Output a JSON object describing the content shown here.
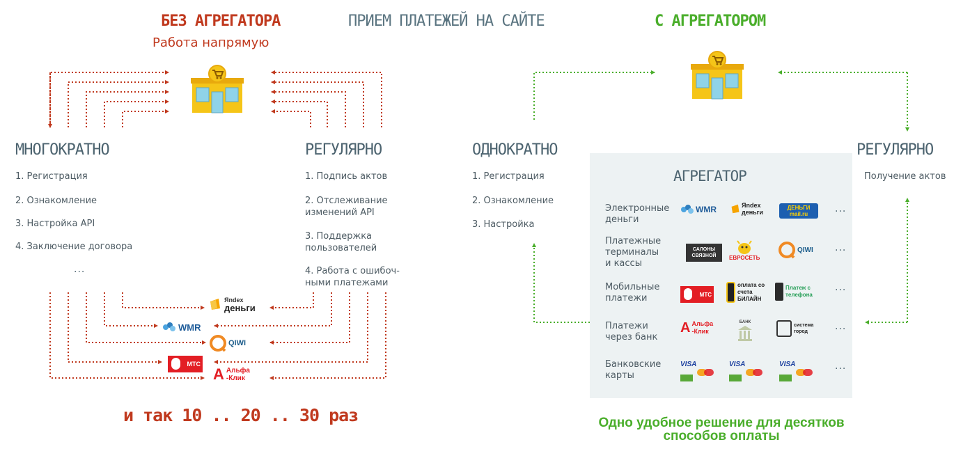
{
  "header": {
    "left_title": "БЕЗ АГРЕГАТОРА",
    "left_subtitle": "Работа напрямую",
    "center_title": "ПРИЕМ ПЛАТЕЖЕЙ НА  САЙТЕ",
    "right_title": "С АГРЕГАТОРОМ"
  },
  "left": {
    "many": {
      "title": "МНОГОКРАТНО",
      "items": [
        "1. Регистрация",
        "2. Ознакомление",
        "3. Настройка API",
        "4. Заключение договора"
      ],
      "ellipsis": "..."
    },
    "regular": {
      "title": "РЕГУЛЯРНО",
      "items": [
        "1. Подпись актов",
        "2. Отслеживание\nизменений API",
        "3. Поддержка\nпользователей",
        "4. Работа с ошибоч-\nными платежами"
      ]
    },
    "logos": {
      "yandex_small": "Яndex",
      "yandex_main": "деньги",
      "wmr": "WMR",
      "qiwi": "QIWI",
      "mts": "МТС",
      "alfa": "Альфа\n-Клик"
    },
    "tagline": "и так 10 .. 20 .. 30 раз"
  },
  "right": {
    "once": {
      "title": "ОДНОКРАТНО",
      "items": [
        "1. Регистрация",
        "2. Ознакомление",
        "3. Настройка"
      ]
    },
    "regular": {
      "title": "РЕГУЛЯРНО",
      "items": [
        "Получение актов"
      ]
    },
    "aggregator": {
      "title": "АГРЕГАТОР",
      "rows": [
        {
          "label": "Электронные\nденьги",
          "logos": [
            "WMR",
            "Яndex деньги",
            "ДЕНЬГИ mail.ru"
          ]
        },
        {
          "label": "Платежные\nтерминалы\nи кассы",
          "logos": [
            "САЛОНЫ СВЯЗНОЙ",
            "ЕВРОСЕТЬ",
            "QIWI"
          ]
        },
        {
          "label": "Мобильные\nплатежи",
          "logos": [
            "МТС",
            "оплата со счета БИЛАЙН",
            "Платеж с телефона"
          ]
        },
        {
          "label": "Платежи\nчерез банк",
          "logos": [
            "Альфа -Клик",
            "БАНК",
            "система город"
          ]
        },
        {
          "label": "Банковские\nкарты",
          "logos": [
            "VISA",
            "VISA",
            "VISA"
          ]
        }
      ],
      "ellipsis": "..."
    },
    "footer": "Одно удобное решение для десятков\nспособов оплаты"
  },
  "colors": {
    "red": "#c0391e",
    "green": "#4aae2b",
    "slate": "#4d6470",
    "panel": "#edf2f3",
    "shop_yellow": "#f5c518",
    "shop_window": "#8fd3e8"
  }
}
